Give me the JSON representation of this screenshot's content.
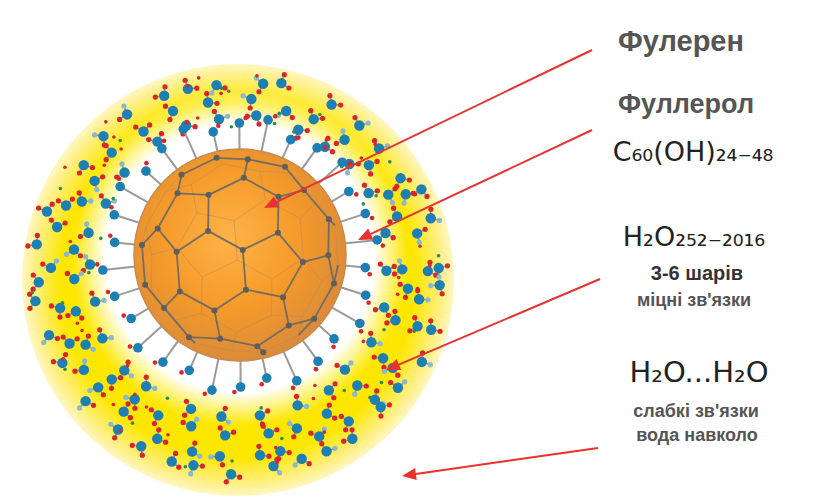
{
  "diagram": {
    "labels": [
      "Фулерен",
      "Фуллерол",
      "C₆₀(OH)₂₄₋₄₈",
      "H₂O₂₅₂₋₂₀₁₆",
      "3-6 шарів",
      "міцні зв'язки",
      "H₂O...H₂O",
      "слабкі зв'язки",
      "вода навколо"
    ]
  }
}
